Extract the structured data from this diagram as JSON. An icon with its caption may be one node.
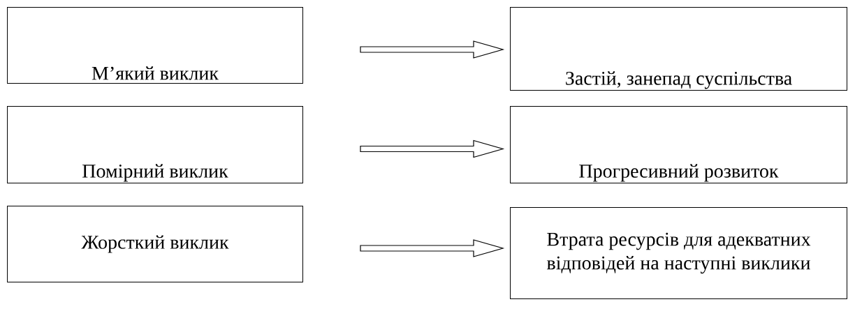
{
  "diagram": {
    "nodes": [
      {
        "text": [
          "М’який виклик"
        ]
      },
      {
        "text": [
          "Застій, занепад суспільства"
        ]
      },
      {
        "text": [
          "Помірний виклик"
        ]
      },
      {
        "text": [
          "Прогресивний розвиток"
        ]
      },
      {
        "text": [
          "Жорсткий виклик"
        ]
      },
      {
        "text": [
          "Втрата ресурсів для адекватних відповідей на наступні виклики"
        ]
      }
    ],
    "edges": [
      {
        "from": 0,
        "to": 1,
        "arrow": "to"
      },
      {
        "from": 2,
        "to": 3,
        "arrow": "to"
      },
      {
        "from": 4,
        "to": 5,
        "arrow": "to"
      }
    ]
  }
}
